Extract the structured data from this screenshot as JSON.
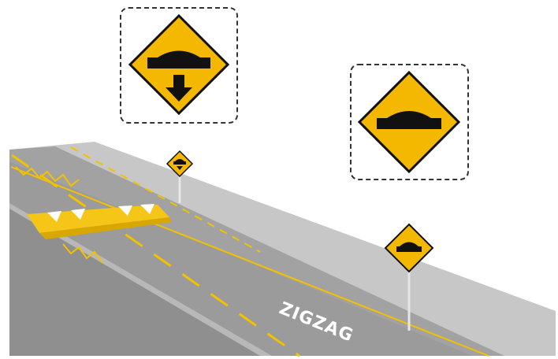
{
  "colors": {
    "background": "#ffffff",
    "road_surface": "#9b9b9b",
    "road_edge": "#8a8a8a",
    "curb_top": "#c7c7c7",
    "curb_face": "#b3b3b3",
    "median": "#a9a9a9",
    "lane_marking": "#f2c200",
    "hump_yellow": "#f5c518",
    "hump_shadow": "#d9a800",
    "sign_fill": "#f5b800",
    "sign_border": "#111111",
    "sign_symbol": "#111111",
    "sign_post": "#e6e6e6",
    "callout_border": "#333333",
    "pavement_text": "#ffffff"
  },
  "signs": [
    {
      "name": "hump-ahead-sign-with-arrow",
      "symbol": "hump-with-down-arrow-icon"
    },
    {
      "name": "hump-sign",
      "symbol": "hump-icon"
    }
  ],
  "pavement_marking": {
    "text": "ZIGZAG"
  }
}
